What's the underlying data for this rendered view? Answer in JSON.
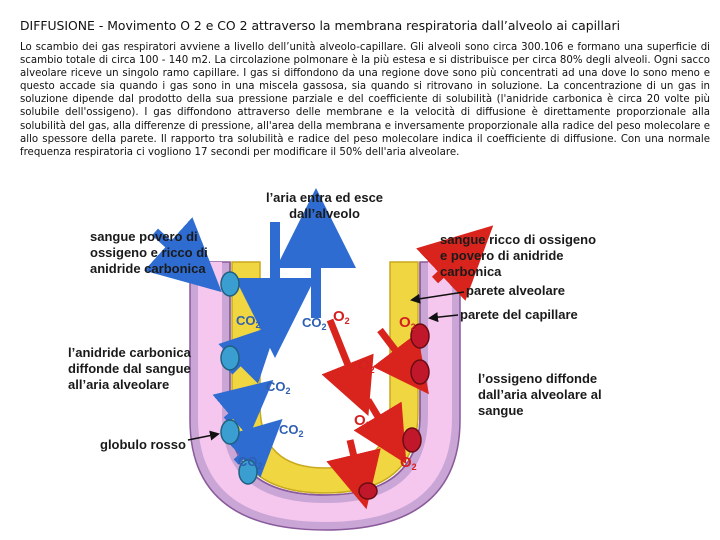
{
  "title": "DIFFUSIONE - Movimento O 2 e CO 2 attraverso la membrana respiratoria dall’alveolo ai capillari",
  "paragraph": "Lo scambio dei gas respiratori avviene a livello dell’unità alveolo-capillare. Gli alveoli sono circa 300.106 e formano una superficie di scambio totale di circa 100 - 140 m2. La circolazione polmonare è la più estesa e si distribuisce per circa 80% degli alveoli. Ogni sacco alveolare riceve un singolo ramo capillare. I gas si diffondono da una regione dove sono più concentrati ad una dove lo sono meno e questo accade sia quando i gas sono in una miscela gassosa, sia quando si ritrovano in soluzione. La concentrazione di un gas in soluzione dipende dal prodotto della sua pressione parziale e del coefficiente di solubilità (l'anidride carbonica è circa 20 volte più solubile dell'ossigeno). I gas diffondono attraverso delle membrane e la velocità di diffusione è direttamente proporzionale alla solubilità del gas, alla differenze di pressione, all'area della membrana e inversamente proporzionale alla radice del peso molecolare e allo spessore della parete. Il rapporto tra solubilità e radice del peso molecolare indica il coefficiente di diffusione. Con una normale frequenza respiratoria ci vogliono 17 secondi per modificare il 50% dell'aria alveolare.",
  "diagram": {
    "label_air": "l’aria entra ed esce dall’alveolo",
    "label_poor_blood": "sangue povero di ossigeno e ricco di anidride carbonica",
    "label_rich_blood": "sangue ricco di ossigeno e povero di anidride carbonica",
    "label_alveolar_wall": "parete alveolare",
    "label_capillary_wall": "parete del capillare",
    "label_co2_diffuses": "l’anidride carbonica diffonde dal sangue all’aria alveolare",
    "label_o2_diffuses": "l’ossigeno diffonde dall’aria alveolare al sangue",
    "label_red_cell": "globulo rosso",
    "co2_base": "CO",
    "o2_base": "O",
    "subscript": "2"
  },
  "colors": {
    "capillary_outer": "#c9a6d6",
    "capillary_inner": "#f5c6ee",
    "alveolar_wall": "#f0d640",
    "alveolar_air": "#ffffff",
    "o2_text": "#d32020",
    "co2_text": "#2e5fb3",
    "arrow_blue": "#2f6cd1",
    "arrow_red": "#d8241c",
    "red_cell": "#c0182a",
    "blue_cell": "#3a9fd0"
  }
}
